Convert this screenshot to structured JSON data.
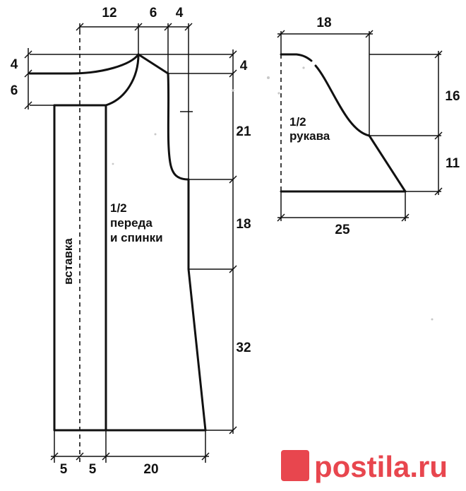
{
  "body_piece": {
    "label_line1": "1/2",
    "label_line2": "переда",
    "label_line3": "и спинки",
    "insert_label": "вставка",
    "top_widths": [
      "12",
      "6",
      "4"
    ],
    "left_heights": [
      "4",
      "6"
    ],
    "right_heights": [
      "4",
      "21",
      "18",
      "32"
    ],
    "bottom_widths": [
      "5",
      "5",
      "20"
    ]
  },
  "sleeve_piece": {
    "label_line1": "1/2",
    "label_line2": "рукава",
    "top_width": "18",
    "right_heights": [
      "16",
      "11"
    ],
    "bottom_width": "25"
  },
  "watermark": {
    "text": "postila.ru",
    "color": "#e8464e"
  }
}
